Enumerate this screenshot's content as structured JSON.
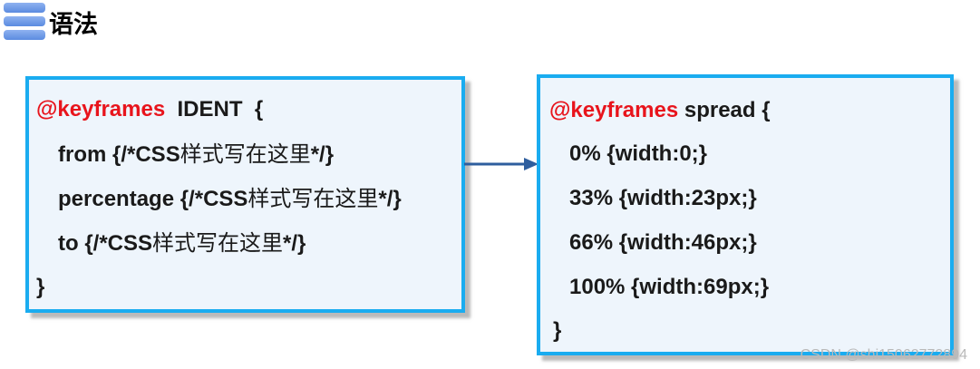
{
  "heading": {
    "title": "语法",
    "icon": "list-icon",
    "icon_color": "#5b8be0"
  },
  "syntax_box": {
    "line1": {
      "keyword": "@keyframes",
      "rest": "  IDENT  {"
    },
    "line2": {
      "prefix": "from {/*CSS",
      "cjk": "样式写在这里",
      "suffix": "*/}"
    },
    "line3": {
      "prefix": "percentage {/*CSS",
      "cjk": "样式写在这里",
      "suffix": "*/}"
    },
    "line4": {
      "prefix": "to {/*CSS",
      "cjk": "样式写在这里",
      "suffix": "*/}"
    },
    "line5": "}"
  },
  "example_box": {
    "line1": {
      "keyword": "@keyframes",
      "rest": " spread {"
    },
    "line2": "0% {width:0;}",
    "line3": "33% {width:23px;}",
    "line4": "66% {width:46px;}",
    "line5": "100% {width:69px;}",
    "line6": "}"
  },
  "colors": {
    "keyword": "#e8141c",
    "box_border": "#1aacf0",
    "box_background": "#eef5fc",
    "arrow": "#2e5e9e"
  },
  "watermark": "CSDN @shi15062772894"
}
